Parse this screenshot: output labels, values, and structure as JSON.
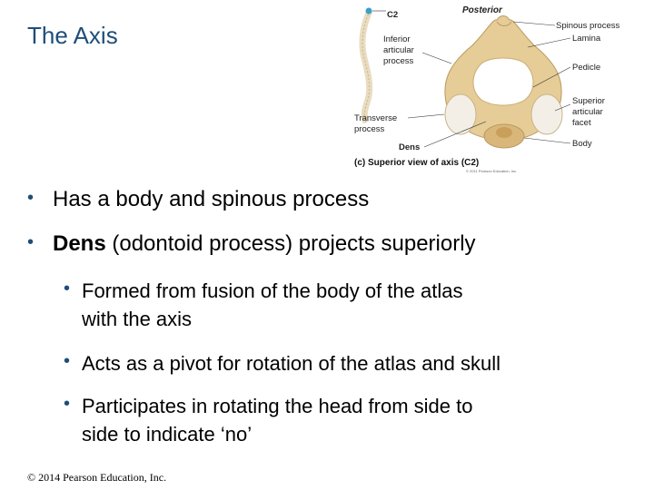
{
  "title": "The Axis",
  "figure": {
    "labels": {
      "c2": "C2",
      "posterior": "Posterior",
      "inferior_articular": [
        "Inferior",
        "articular",
        "process"
      ],
      "transverse": [
        "Transverse",
        "process"
      ],
      "dens": "Dens",
      "spinous": "Spinous process",
      "lamina": "Lamina",
      "pedicle": "Pedicle",
      "superior_facet": [
        "Superior",
        "articular",
        "facet"
      ],
      "body": "Body"
    },
    "caption": "(c) Superior view of axis (C2)",
    "credit": "© 2011 Pearson Education, Inc."
  },
  "bullets": [
    {
      "text": "Has a body and spinous process"
    },
    {
      "bold": "Dens",
      "text": " (odontoid process) projects superiorly"
    }
  ],
  "sub_bullets": [
    {
      "line1": "Formed from fusion of the body of the atlas",
      "line2": "with the axis"
    },
    {
      "line1": "Acts as a pivot for rotation of the atlas and skull"
    },
    {
      "line1": "Participates in rotating the head from side to",
      "line2": "side to indicate ‘no’"
    }
  ],
  "copyright": "© 2014 Pearson Education, Inc."
}
